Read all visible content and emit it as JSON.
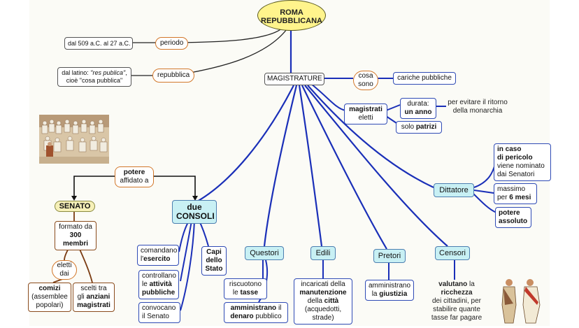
{
  "title": [
    "ROMA",
    "REPUBBLICANA"
  ],
  "nodes": {
    "periodo": "periodo",
    "periodo_value": "dal 509 a.C. al 27 a.C.",
    "repubblica": "repubblica",
    "latin_1": "dal latino: ",
    "latin_term": "\"res publica\"",
    "latin_2": ",",
    "latin_3": "cioè \"cosa pubblica\"",
    "magistrature": "MAGISTRATURE",
    "cosa_sono_1": "cosa",
    "cosa_sono_2": "sono",
    "cariche": "cariche pubbliche",
    "magistrati": "magistrati",
    "eletti_m": "eletti",
    "durata_1": "durata:",
    "durata_2": "un anno",
    "ritorno_1": "per evitare il ritorno",
    "ritorno_2": "della monarchia",
    "solo": "solo ",
    "patrizi": "patrizi",
    "potere_1": "potere",
    "potere_2": "affidato a",
    "senato": "SENATO",
    "formato_1": "formato da",
    "formato_2": "300",
    "formato_3": "membri",
    "eletti_dai_1": "eletti",
    "eletti_dai_2": "dai",
    "comizi_1": "comizi",
    "comizi_2": "(assemblee",
    "comizi_3": "popolari)",
    "scelti_1": "scelti tra",
    "scelti_2": "gli ",
    "scelti_3": "anziani",
    "scelti_4": "magistrati",
    "consoli_1": "due",
    "consoli_2": "CONSOLI",
    "comandano_1": "comandano",
    "comandano_2": "l'",
    "comandano_3": "esercito",
    "controllano_1": "controllano",
    "controllano_2": "le ",
    "controllano_3": "attività",
    "controllano_4": "pubbliche",
    "convocano_1": "convocano",
    "convocano_2": "il Senato",
    "capi_1": "Capi",
    "capi_2": "dello",
    "capi_3": "Stato",
    "questori": "Questori",
    "riscuotono_1": "riscuotono",
    "riscuotono_2": "le ",
    "riscuotono_3": "tasse",
    "amministrano_q_1": "amministrano",
    "amministrano_q_2": " il",
    "amministrano_q_3": "denaro",
    "amministrano_q_4": " pubblico",
    "edili": "Edili",
    "incaricati_1": "incaricati della",
    "incaricati_2": "manutenzione",
    "incaricati_3": "della ",
    "incaricati_4": "città",
    "incaricati_5": "(acquedotti,",
    "incaricati_6": "strade)",
    "pretori": "Pretori",
    "amministrano_p_1": "amministrano",
    "amministrano_p_2": "la ",
    "amministrano_p_3": "giustizia",
    "censori": "Censori",
    "valutano_1": "valutano",
    "valutano_2": " la",
    "valutano_3": "ricchezza",
    "valutano_4": "dei cittadini, per",
    "valutano_5": "stabilire quante",
    "valutano_6": "tasse far pagare",
    "dittatore": "Dittatore",
    "pericolo_1": "in caso",
    "pericolo_2": "di pericolo",
    "pericolo_3": "viene nominato",
    "pericolo_4": "dai Senatori",
    "massimo_1": "massimo",
    "massimo_2": "per ",
    "massimo_3": "6 mesi",
    "assoluto_1": "potere",
    "assoluto_2": "assoluto"
  },
  "colors": {
    "main_edge": "#1a2fb8",
    "thin_edge": "#222222",
    "senate_edge": "#7a3b12",
    "title_fill": "#fff48c",
    "senato_fill": "#f6f0b8",
    "cyan_fill": "#c8f0f4"
  }
}
